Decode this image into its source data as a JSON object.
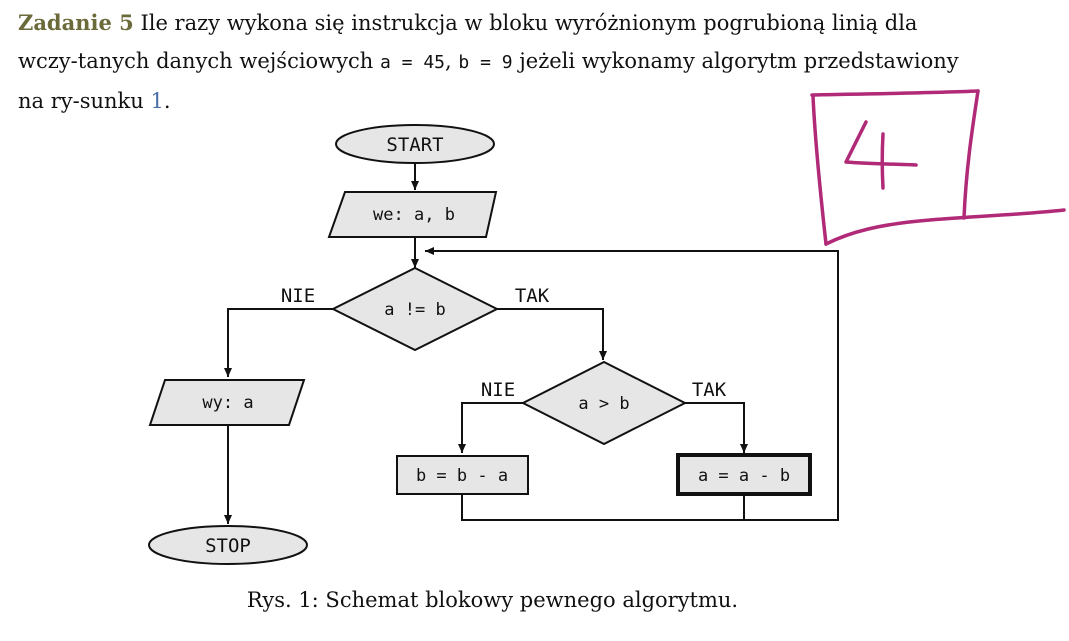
{
  "question": {
    "label": "Zadanie 5",
    "text_1": " Ile razy wykona się instrukcja w bloku wyróżnionym pogrubioną linią dla wczy-tanych danych wejściowych ",
    "a_expr": "a = 45",
    "sep": ", ",
    "b_expr": "b = 9",
    "text_2": " jeżeli wykonamy algorytm przedstawiony na ry-sunku ",
    "figure_ref": "1",
    "text_end": "."
  },
  "flowchart": {
    "start": "START",
    "input": "we: a, b",
    "condition_1": "a != b",
    "condition_2": "a > b",
    "output": "wy: a",
    "stop": "STOP",
    "assign_b": "b = b - a",
    "assign_a": "a = a - b",
    "label_no_1": "NIE",
    "label_yes_1": "TAK",
    "label_no_2": "NIE",
    "label_yes_2": "TAK"
  },
  "handwritten_answer": "4",
  "colors": {
    "ink": "#b02a78",
    "node_fill": "#e6e6e6",
    "label": "#6b6a3a"
  },
  "caption": "Rys. 1: Schemat blokowy pewnego algorytmu."
}
